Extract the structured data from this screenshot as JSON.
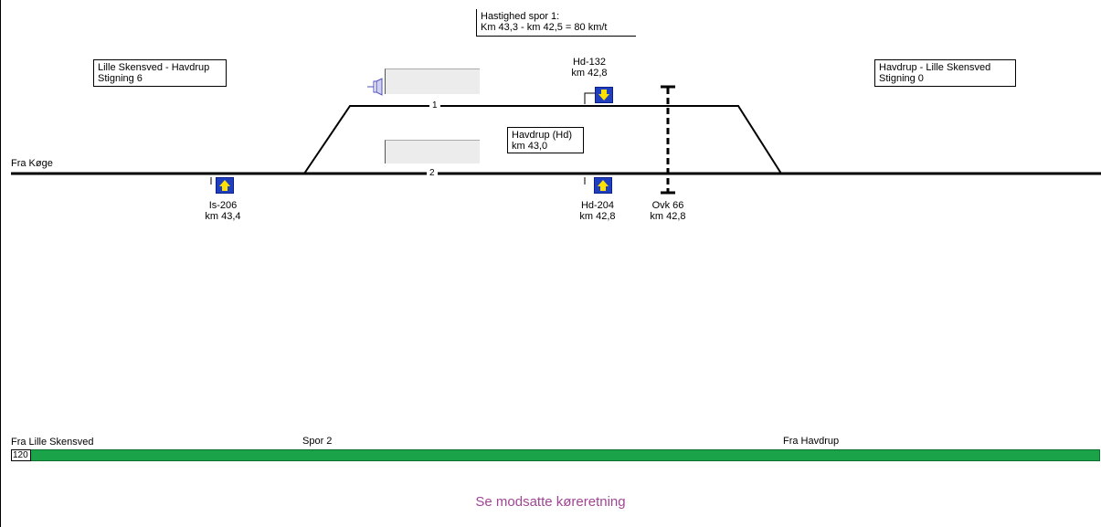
{
  "speed_box": {
    "line1": "Hastighed spor 1:",
    "line2": "Km 43,3 - km 42,5 = 80 km/t"
  },
  "gradient_left": {
    "line1": "Lille Skensved - Havdrup",
    "line2": "Stigning 6"
  },
  "gradient_right": {
    "line1": "Havdrup - Lille Skensved",
    "line2": "Stigning 0"
  },
  "station_box": {
    "line1": "Havdrup (Hd)",
    "line2": "km 43,0"
  },
  "signals": {
    "hd132": {
      "name": "Hd-132",
      "km": "km 42,8"
    },
    "hd204": {
      "name": "Hd-204",
      "km": "km 42,8"
    },
    "is206": {
      "name": "Is-206",
      "km": "km 43,4"
    }
  },
  "crossing": {
    "name": "Ovk 66",
    "km": "km 42,8"
  },
  "tracks": {
    "track1": "1",
    "track2": "2"
  },
  "labels": {
    "fra_kage": "Fra Køge",
    "fra_lille_skensved": "Fra Lille Skensved",
    "spor2": "Spor 2",
    "fra_havdrup": "Fra Havdrup"
  },
  "speed_profile": {
    "value": "120"
  },
  "footer": {
    "text": "Se modsatte køreretning"
  },
  "colors": {
    "signal_blue": "#1f3fbf",
    "signal_arrow": "#ffe100",
    "speed_green": "#1ba34a",
    "footer_text": "#a04595"
  }
}
